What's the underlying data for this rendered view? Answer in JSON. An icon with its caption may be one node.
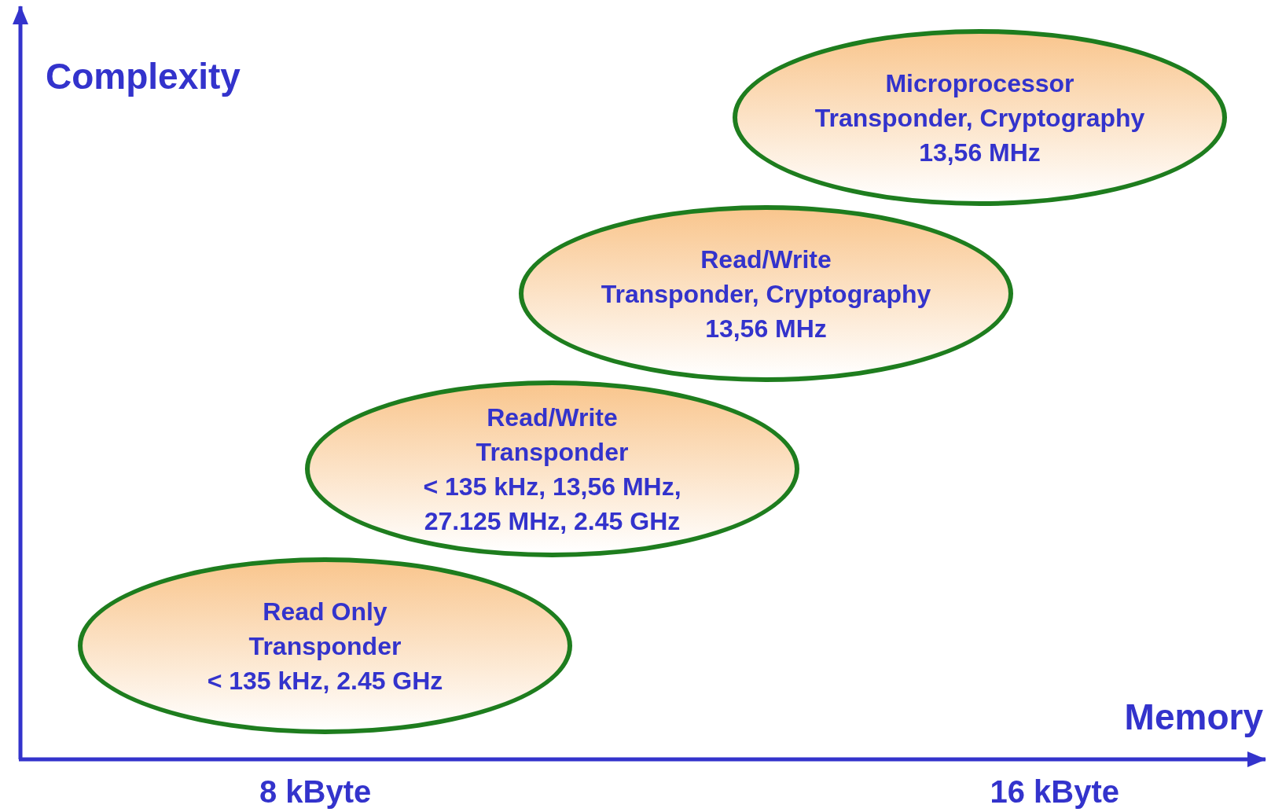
{
  "diagram": {
    "nodes": [
      {
        "text": [
          "Microprocessor",
          "Transponder, Cryptography",
          "13,56 MHz"
        ]
      },
      {
        "text": [
          "Read/Write",
          "Transponder, Cryptography",
          "13,56 MHz"
        ]
      },
      {
        "text": [
          "Read/Write",
          "Transponder",
          "< 135 kHz, 13,56 MHz, 27.125 MHz, 2.45 GHz"
        ]
      },
      {
        "text": [
          "Read Only",
          "Transponder",
          "< 135 kHz, 2.45 GHz"
        ]
      }
    ],
    "edges": [],
    "labels": [
      "Complexity",
      "Memory",
      "8 kByte",
      "16 kByte"
    ]
  }
}
